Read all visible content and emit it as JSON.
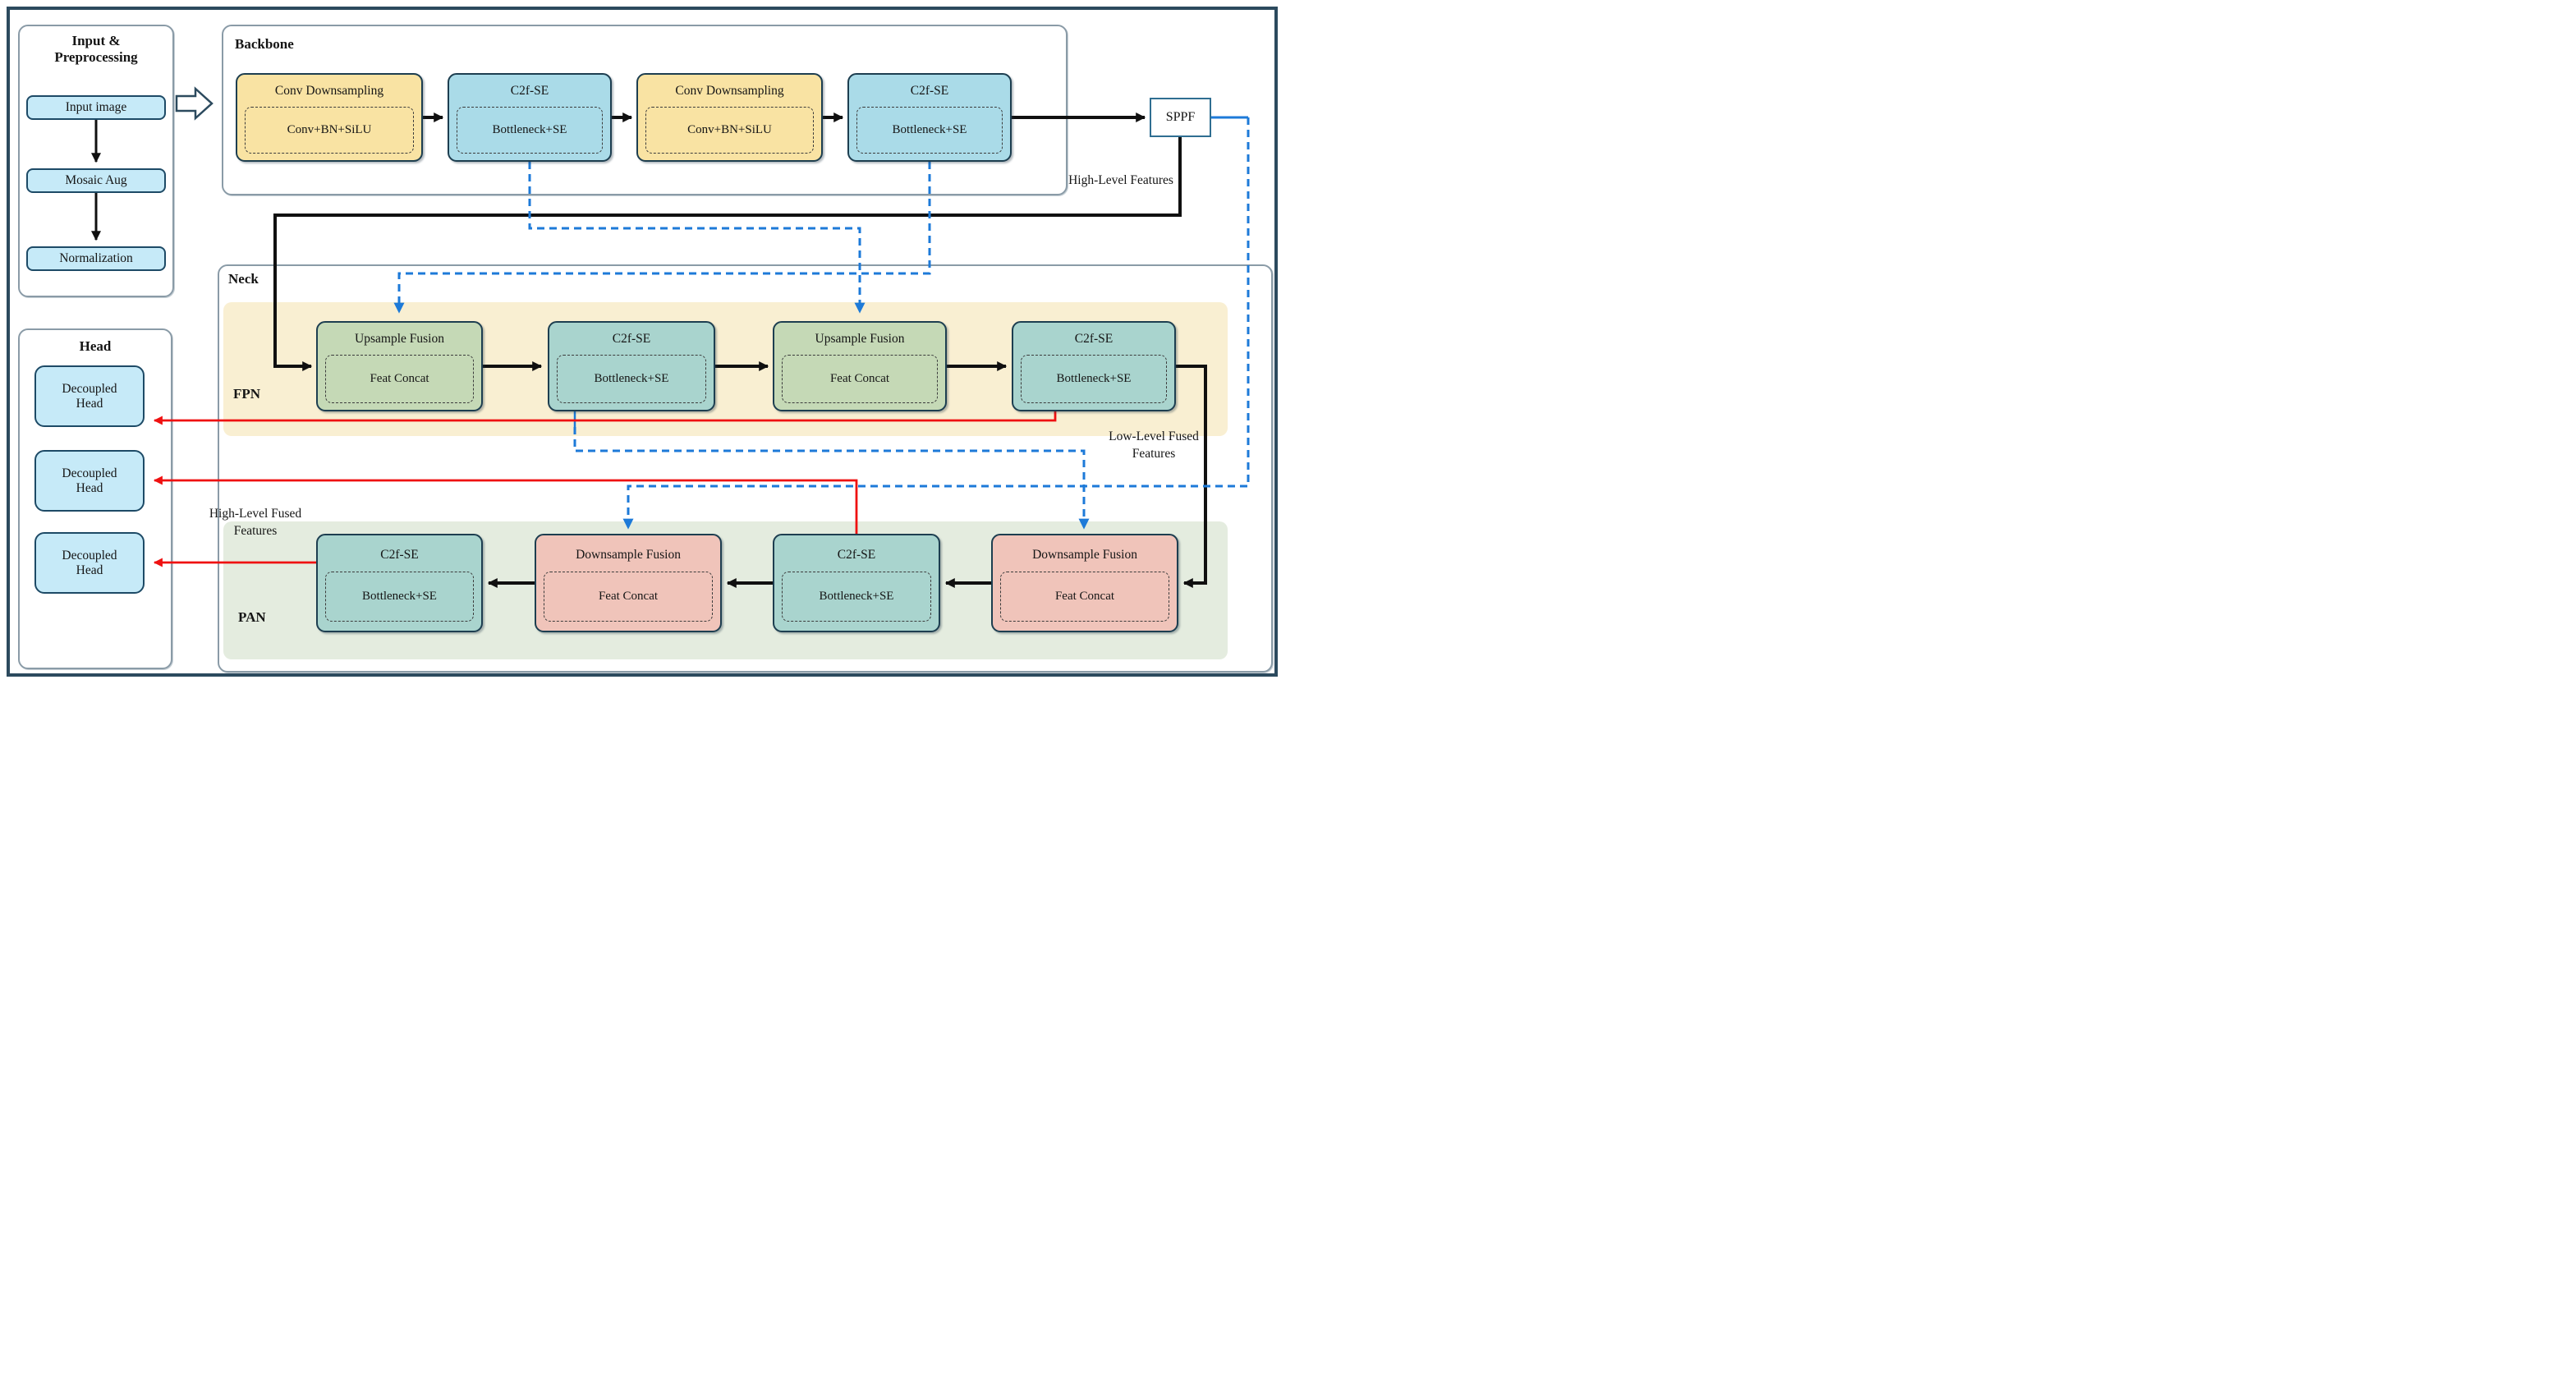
{
  "preprocessing": {
    "title": "Input & Preprocessing",
    "nodes": [
      {
        "label": "Input image"
      },
      {
        "label": "Mosaic Aug"
      },
      {
        "label": "Normalization"
      }
    ]
  },
  "backbone": {
    "label": "Backbone",
    "boxes": [
      {
        "title": "Conv Downsampling",
        "subtitle": "Conv+BN+SiLU"
      },
      {
        "title": "C2f-SE",
        "subtitle": "Bottleneck+SE"
      },
      {
        "title": "Conv Downsampling",
        "subtitle": "Conv+BN+SiLU"
      },
      {
        "title": "C2f-SE",
        "subtitle": "Bottleneck+SE"
      }
    ]
  },
  "sppf": {
    "label": "SPPF"
  },
  "neck": {
    "label": "Neck",
    "fpn": {
      "label": "FPN",
      "boxes": [
        {
          "title": "Upsample Fusion",
          "subtitle": "Feat Concat"
        },
        {
          "title": "C2f-SE",
          "subtitle": "Bottleneck+SE"
        },
        {
          "title": "Upsample Fusion",
          "subtitle": "Feat Concat"
        },
        {
          "title": "C2f-SE",
          "subtitle": "Bottleneck+SE"
        }
      ]
    },
    "pan": {
      "label": "PAN",
      "boxes": [
        {
          "title": "C2f-SE",
          "subtitle": "Bottleneck+SE"
        },
        {
          "title": "Downsample Fusion",
          "subtitle": "Feat Concat"
        },
        {
          "title": "C2f-SE",
          "subtitle": "Bottleneck+SE"
        },
        {
          "title": "Downsample Fusion",
          "subtitle": "Feat Concat"
        }
      ]
    }
  },
  "head": {
    "label": "Head",
    "boxes": [
      {
        "label": "Decoupled Head"
      },
      {
        "label": "Decoupled Head"
      },
      {
        "label": "Decoupled Head"
      }
    ]
  },
  "annotations": {
    "high_level_features": "High-Level Features",
    "low_level_fused_features": "Low-Level Fused Features",
    "high_level_fused_features": "High-Level Fused Features"
  },
  "colors": {
    "outer_border": "#2c4a5e",
    "panel_border": "#8a9ba7",
    "node_border": "#1d3e50",
    "conv_block": "#f9e3a3",
    "c2f_backbone_block": "#aadbe8",
    "c2f_neck_block": "#a9d4ce",
    "upsample_fusion_block": "#c5d9b6",
    "downsample_fusion_block": "#f0c4ba",
    "head_block": "#c6eaf8",
    "fpn_band": "#f9efd2",
    "pan_band": "#e4ecdf",
    "skip_connection_blue": "#1d7ad8",
    "head_connection_red": "#ef1111",
    "main_flow_black": "#101010"
  }
}
